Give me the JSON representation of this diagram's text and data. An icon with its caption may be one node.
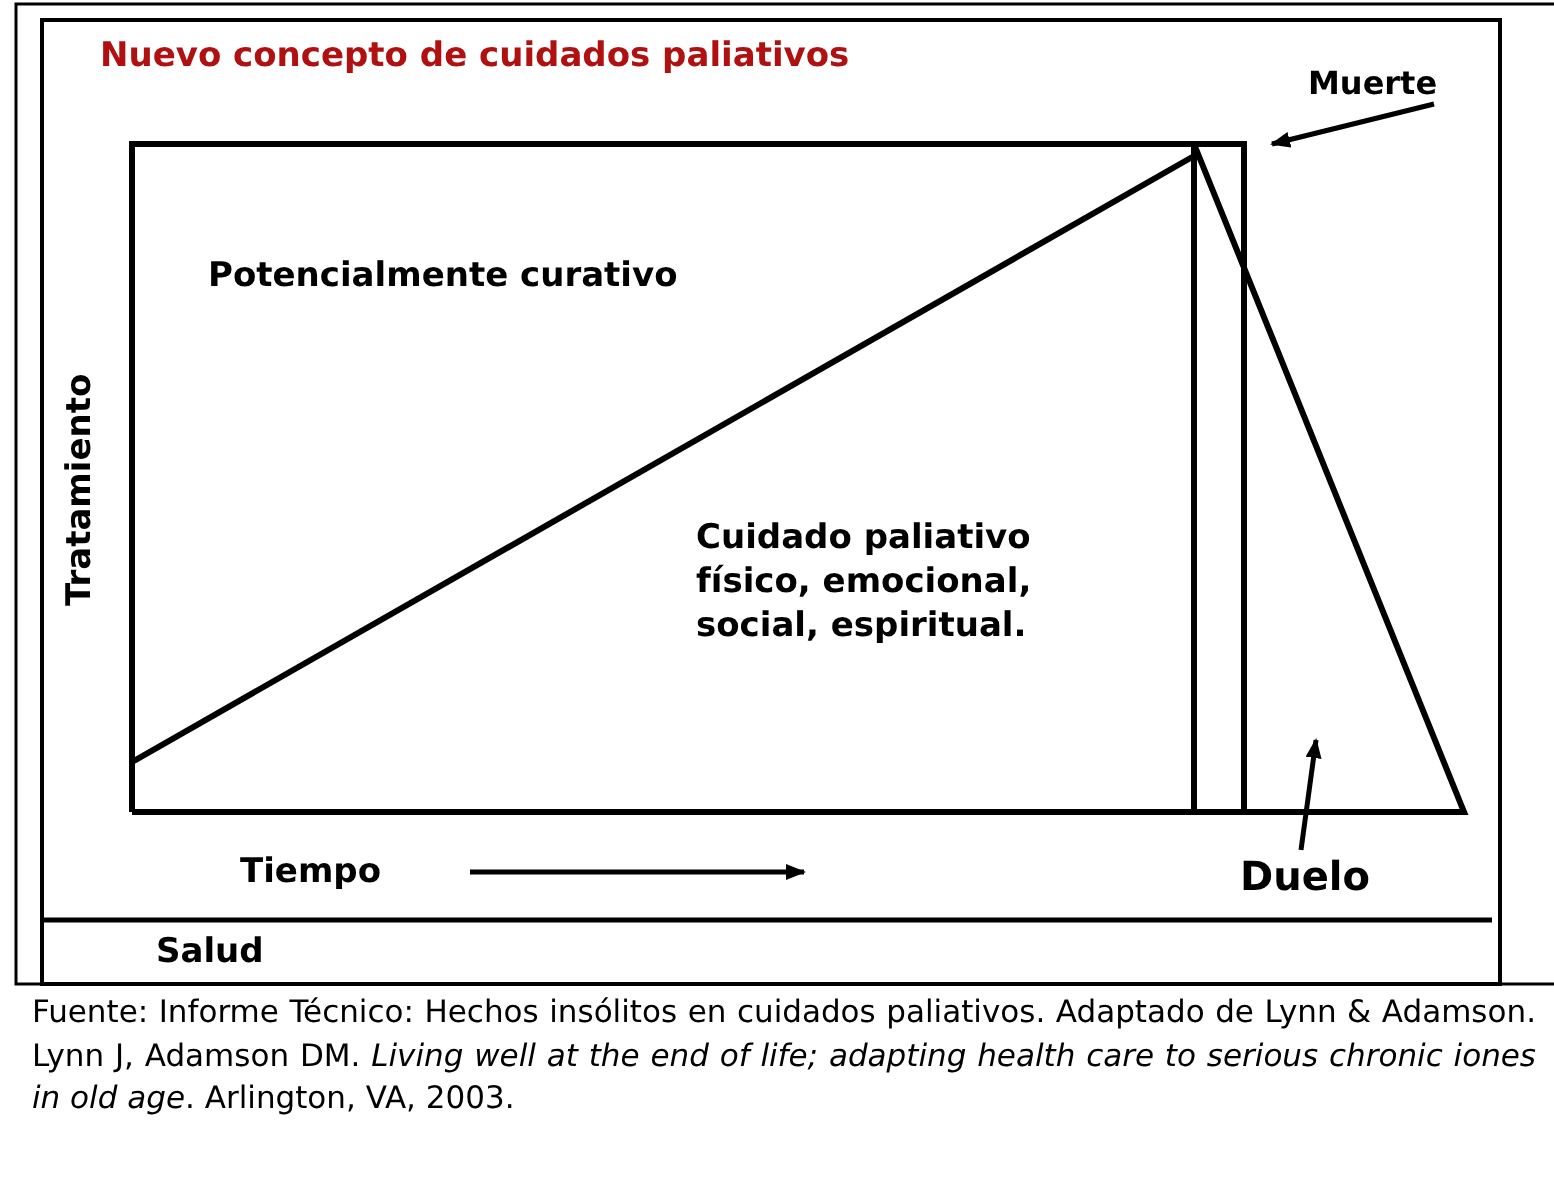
{
  "diagram": {
    "title": "Nuevo concepto de cuidados paliativos",
    "caption": "Fuente: Informe Técnico: Hechos insólitos en cuidados paliativos. Adaptado de Lynn & Adamson. Lynn J, Adamson DM. *Living well at the end of life; adapting health care to serious chronic iones in old age*. Arlington, VA, 2003.",
    "nodes": [
      {
        "text": [
          "Muerte"
        ]
      },
      {
        "text": [
          "Duelo"
        ]
      }
    ],
    "edges": [
      {
        "from": 0,
        "to": null,
        "arrow": "to"
      },
      {
        "from": 1,
        "to": null,
        "arrow": "to"
      }
    ],
    "labels": [
      "Potencialmente curativo",
      "Tratamiento",
      "Cuidado paliativo físico, emocional, social, espiritual.",
      "Tiempo",
      "Salud"
    ]
  }
}
